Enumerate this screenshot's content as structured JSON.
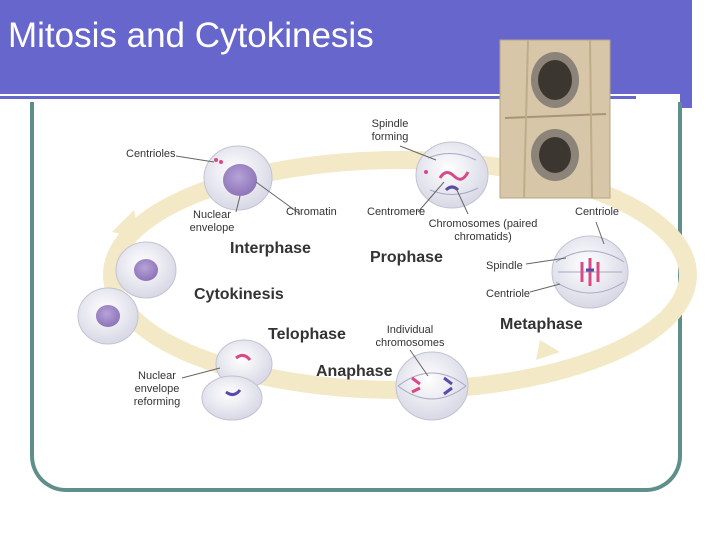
{
  "title": "Mitosis and Cytokinesis",
  "phases": {
    "interphase": "Interphase",
    "prophase": "Prophase",
    "metaphase": "Metaphase",
    "anaphase": "Anaphase",
    "telophase": "Telophase",
    "cytokinesis": "Cytokinesis"
  },
  "labels": {
    "spindle_forming": "Spindle forming",
    "centrioles": "Centrioles",
    "nuclear_envelope": "Nuclear envelope",
    "chromatin": "Chromatin",
    "centromere": "Centromere",
    "chromosomes_paired": "Chromosomes (paired chromatids)",
    "centriole_top": "Centriole",
    "spindle": "Spindle",
    "centriole_mid": "Centriole",
    "individual_chromosomes": "Individual chromosomes",
    "nuclear_envelope_reforming": "Nuclear envelope reforming"
  },
  "colors": {
    "title_bar": "#6666cc",
    "frame": "#5f8f8b",
    "cycle_arrow": "#f3e9c6",
    "cell_fill": "#eeeef4",
    "nucleus": "#9d86c4",
    "chromosome": "#d84a86"
  }
}
